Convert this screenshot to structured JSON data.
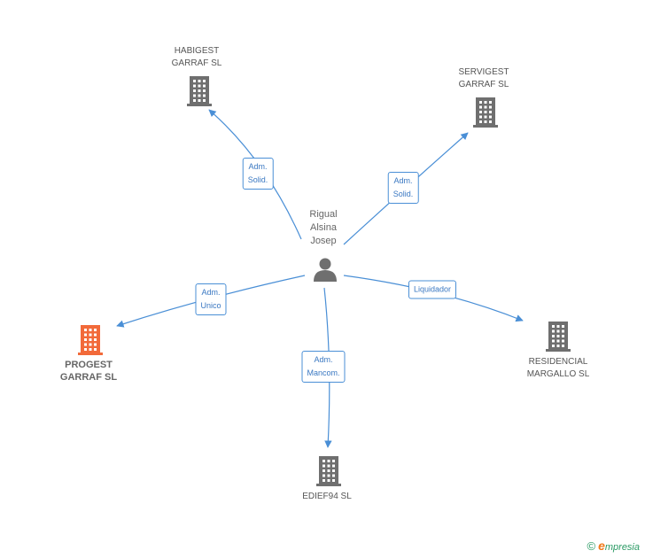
{
  "center": {
    "name_lines": [
      "Rigual",
      "Alsina",
      "Josep"
    ],
    "icon": "person-icon"
  },
  "companies": [
    {
      "id": "habigest",
      "name_lines": [
        "HABIGEST",
        "GARRAF SL"
      ],
      "icon": "building-icon",
      "color": "#6f6f6f"
    },
    {
      "id": "servigest",
      "name_lines": [
        "SERVIGEST",
        "GARRAF SL"
      ],
      "icon": "building-icon",
      "color": "#6f6f6f"
    },
    {
      "id": "progest",
      "name_lines": [
        "PROGEST",
        "GARRAF SL"
      ],
      "icon": "building-icon",
      "color": "#f26a3a",
      "highlight": true
    },
    {
      "id": "residencial",
      "name_lines": [
        "RESIDENCIAL",
        "MARGALLO SL"
      ],
      "icon": "building-icon",
      "color": "#6f6f6f"
    },
    {
      "id": "edief94",
      "name_lines": [
        "EDIEF94 SL"
      ],
      "icon": "building-icon",
      "color": "#6f6f6f"
    }
  ],
  "relations": [
    {
      "to": "habigest",
      "label_lines": [
        "Adm.",
        "Solid."
      ]
    },
    {
      "to": "servigest",
      "label_lines": [
        "Adm.",
        "Solid."
      ]
    },
    {
      "to": "progest",
      "label_lines": [
        "Adm.",
        "Unico"
      ]
    },
    {
      "to": "residencial",
      "label_lines": [
        "Liquidador"
      ]
    },
    {
      "to": "edief94",
      "label_lines": [
        "Adm.",
        "Mancom."
      ]
    }
  ],
  "colors": {
    "edge": "#4a8fd6",
    "building": "#6f6f6f",
    "focus": "#f26a3a",
    "person": "#6f6f6f"
  },
  "brand": {
    "copyright": "©",
    "initial": "e",
    "rest": "mpresia"
  }
}
